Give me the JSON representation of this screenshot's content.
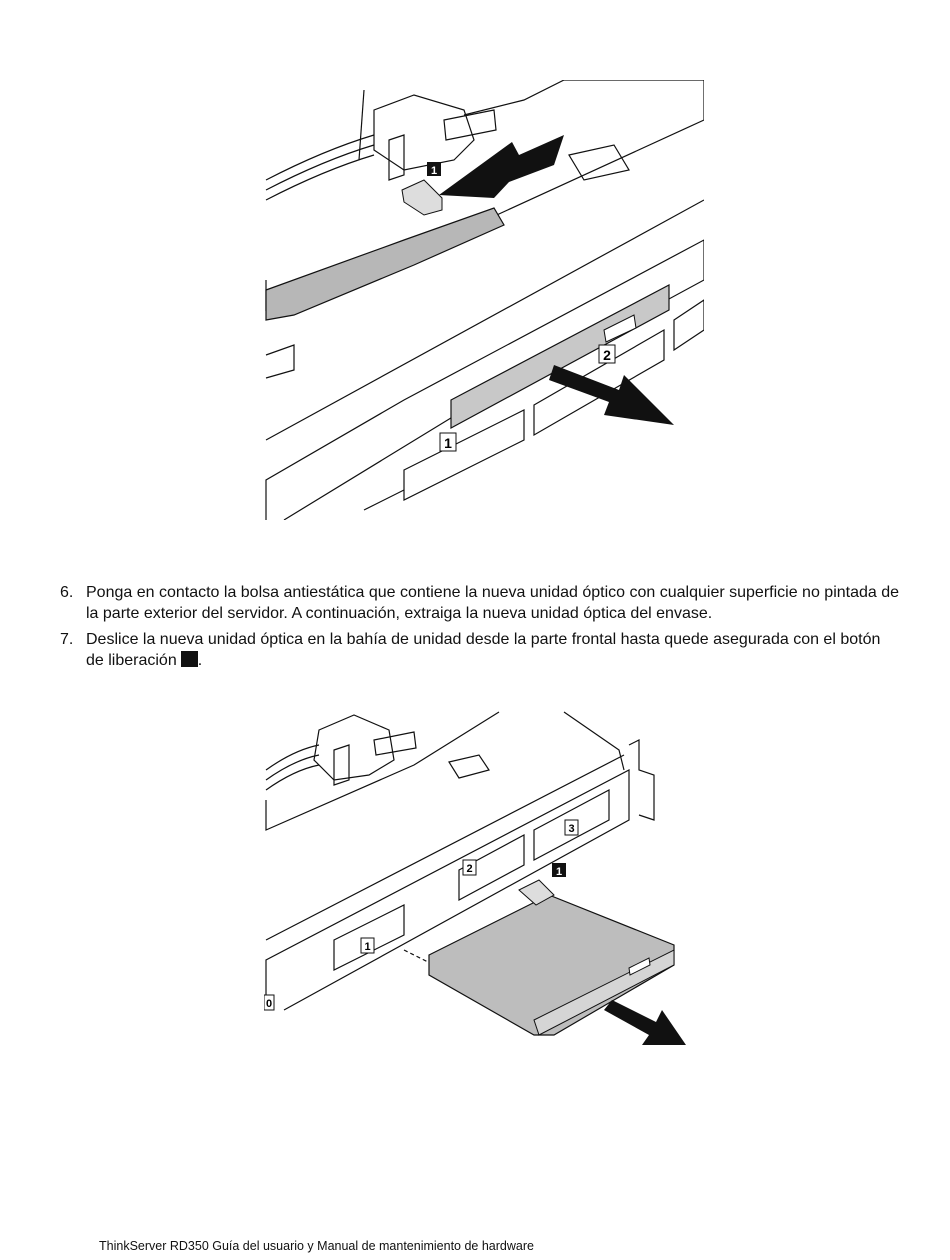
{
  "steps": [
    {
      "number": "6.",
      "text": "Ponga en contacto la bolsa antiestática que contiene la nueva unidad óptico con cualquier superficie no pintada de la parte exterior del servidor. A continuación, extraiga la nueva unidad óptica del envase."
    },
    {
      "number": "7.",
      "text_before": "Deslice la nueva unidad óptica en la bahía de unidad desde la parte frontal hasta quede asegurada con el botón de liberación",
      "text_after": "."
    }
  ],
  "figure1": {
    "callouts": [
      "1",
      "1",
      "2"
    ]
  },
  "figure2": {
    "callouts": [
      "1",
      "1",
      "2",
      "3",
      "0"
    ]
  },
  "footer": {
    "text": "ThinkServer RD350 Guía del usuario y Manual de mantenimiento de hardware"
  }
}
